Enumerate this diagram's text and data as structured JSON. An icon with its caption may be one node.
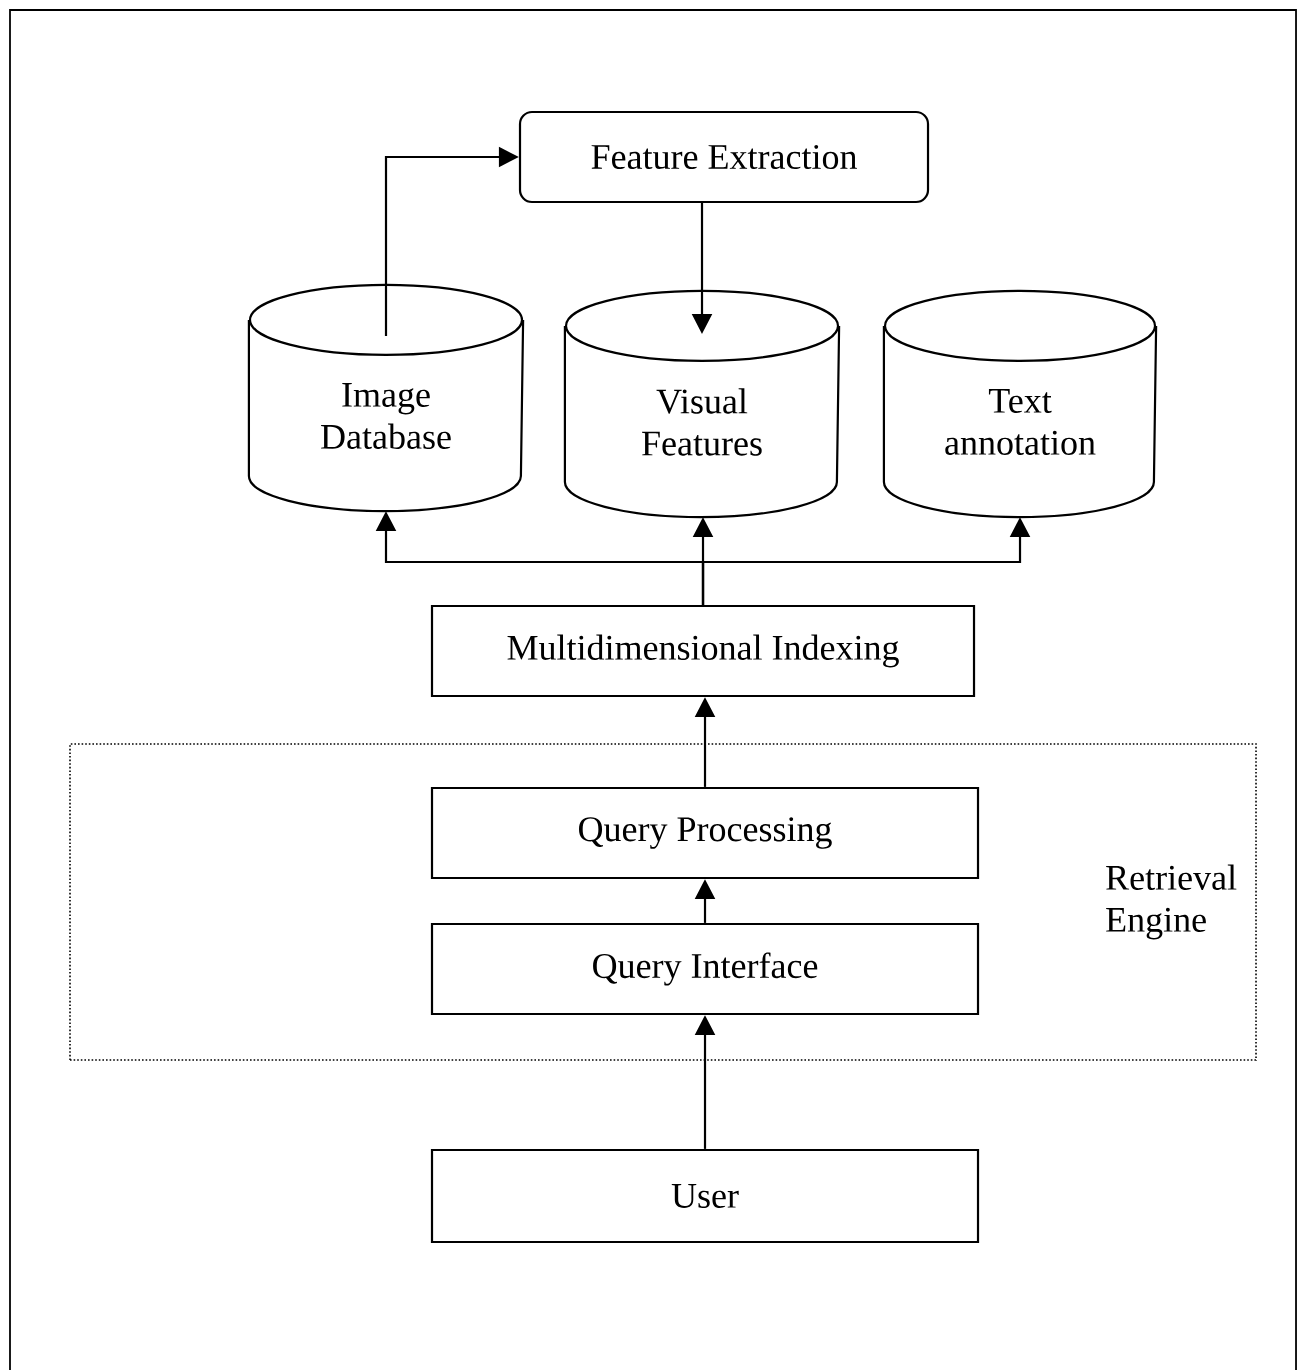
{
  "diagram": {
    "nodes": [
      {
        "text": [
          "Feature Extraction"
        ]
      },
      {
        "text": [
          "Image Database"
        ]
      },
      {
        "text": [
          "Visual Features"
        ]
      },
      {
        "text": [
          "Text annotation"
        ]
      },
      {
        "text": [
          "Multidimensional Indexing"
        ]
      },
      {
        "text": [
          "Retrieval Engine"
        ]
      },
      {
        "text": [
          "Query Processing"
        ],
        "in": 5
      },
      {
        "text": [
          "Query Interface"
        ],
        "in": 5
      },
      {
        "text": [
          "User"
        ]
      }
    ],
    "edges": [
      {
        "from": 1,
        "to": 0,
        "arrow": "to"
      },
      {
        "from": 0,
        "to": 2,
        "arrow": "to"
      },
      {
        "from": 4,
        "to": 1,
        "arrow": "to"
      },
      {
        "from": 4,
        "to": 2,
        "arrow": "to"
      },
      {
        "from": 4,
        "to": 3,
        "arrow": "to"
      },
      {
        "from": 6,
        "to": 4,
        "arrow": "to"
      },
      {
        "from": 7,
        "to": 6,
        "arrow": "to"
      },
      {
        "from": 8,
        "to": 7,
        "arrow": "to"
      }
    ]
  }
}
